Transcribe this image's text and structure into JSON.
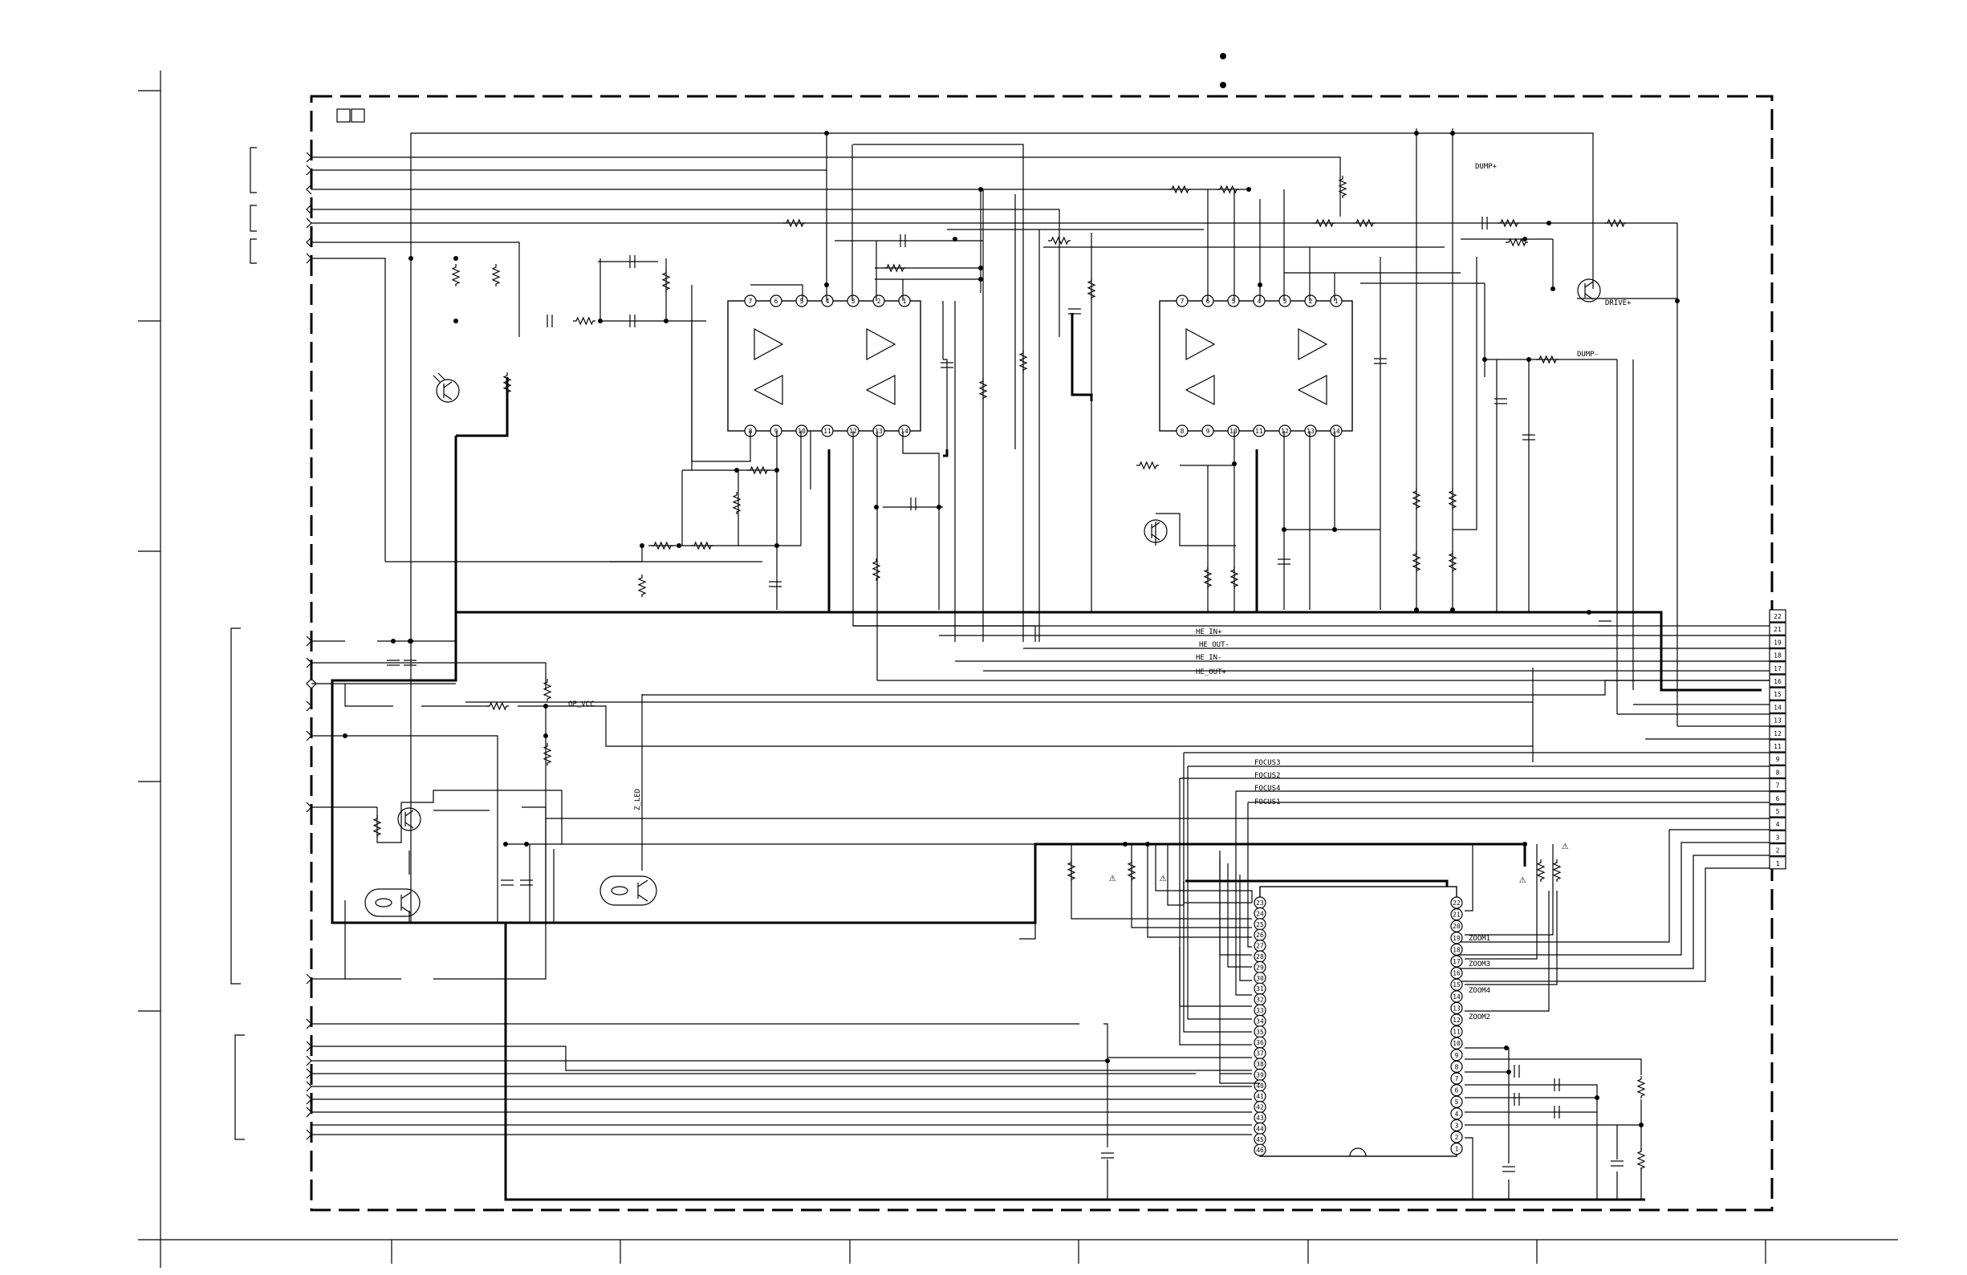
{
  "net_labels": {
    "dump_plus": "DUMP+",
    "dump_minus": "DUMP-",
    "drive_plus": "DRIVE+",
    "he_in_plus": "HE_IN+",
    "he_out_minus": "HE_OUT-",
    "he_in_minus": "HE_IN-",
    "he_out_plus": "HE_OUT+",
    "op_vcc": "OP_VCC",
    "z_led": "Z_LED",
    "focus3": "FOCUS3",
    "focus2": "FOCUS2",
    "focus4": "FOCUS4",
    "focus1": "FOCUS1",
    "zoom1": "ZOOM1",
    "zoom3": "ZOOM3",
    "zoom4": "ZOOM4",
    "zoom2": "ZOOM2"
  },
  "connector_pins": [
    "22",
    "21",
    "19",
    "18",
    "17",
    "16",
    "15",
    "14",
    "13",
    "12",
    "11",
    "9",
    "8",
    "7",
    "6",
    "5",
    "4",
    "3",
    "2",
    "1"
  ],
  "opamp_top_pins": [
    "7",
    "6",
    "5",
    "4",
    "3",
    "2",
    "1"
  ],
  "opamp_bottom_pins": [
    "8",
    "9",
    "10",
    "11",
    "12",
    "13",
    "14"
  ],
  "driver_left_pins": [
    "23",
    "24",
    "25",
    "26",
    "27",
    "28",
    "29",
    "30",
    "31",
    "32",
    "33",
    "34",
    "35",
    "36",
    "37",
    "38",
    "39",
    "40",
    "41",
    "42",
    "43",
    "44",
    "45",
    "46"
  ],
  "driver_right_pins": [
    "22",
    "21",
    "20",
    "19",
    "18",
    "17",
    "16",
    "15",
    "14",
    "13",
    "12",
    "11",
    "10",
    "9",
    "8",
    "7",
    "6",
    "5",
    "4",
    "3",
    "2",
    "1"
  ],
  "warning_symbol": "⚠"
}
